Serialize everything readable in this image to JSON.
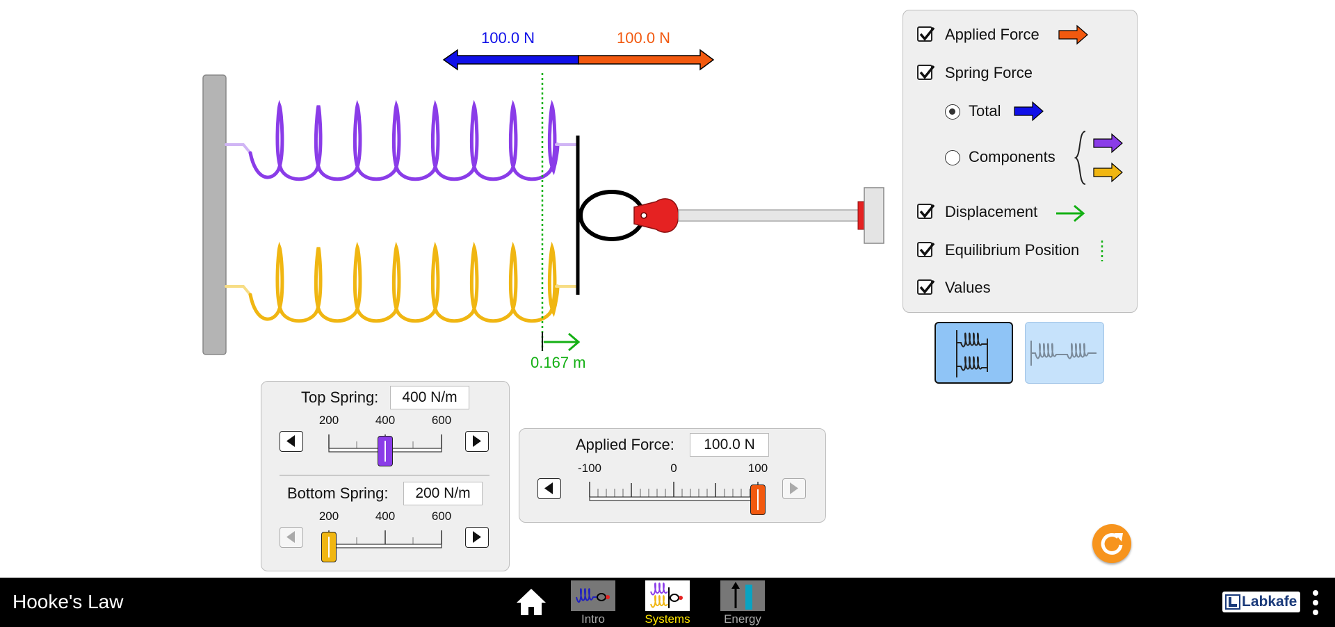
{
  "app": {
    "title": "Hooke's Law",
    "brand": "Labkafe"
  },
  "forces": {
    "spring_force_value": "100.0 N",
    "applied_force_value": "100.0 N",
    "displacement_value": "0.167 m"
  },
  "controls": {
    "top_spring": {
      "label": "Top Spring:",
      "value": "400 N/m",
      "ticks": [
        "200",
        "400",
        "600"
      ],
      "level": 400
    },
    "bottom_spring": {
      "label": "Bottom Spring:",
      "value": "200 N/m",
      "ticks": [
        "200",
        "400",
        "600"
      ],
      "level": 200
    },
    "applied_force": {
      "label": "Applied Force:",
      "value": "100.0 N",
      "ticks": [
        "-100",
        "0",
        "100"
      ],
      "level": 100
    }
  },
  "options": {
    "applied_force": "Applied Force",
    "spring_force": "Spring Force",
    "total": "Total",
    "components": "Components",
    "displacement": "Displacement",
    "equilibrium_position": "Equilibrium Position",
    "values": "Values"
  },
  "nav": {
    "tabs": [
      {
        "label": "Intro",
        "selected": false
      },
      {
        "label": "Systems",
        "selected": true
      },
      {
        "label": "Energy",
        "selected": false
      }
    ]
  },
  "colors": {
    "applied": "#f2590f",
    "spring_total": "#1010e8",
    "top_spring": "#8a3ce8",
    "bottom_spring": "#f0b612",
    "displacement": "#14b014",
    "selected_tab": "#ffe600",
    "reset": "#f7941d"
  }
}
